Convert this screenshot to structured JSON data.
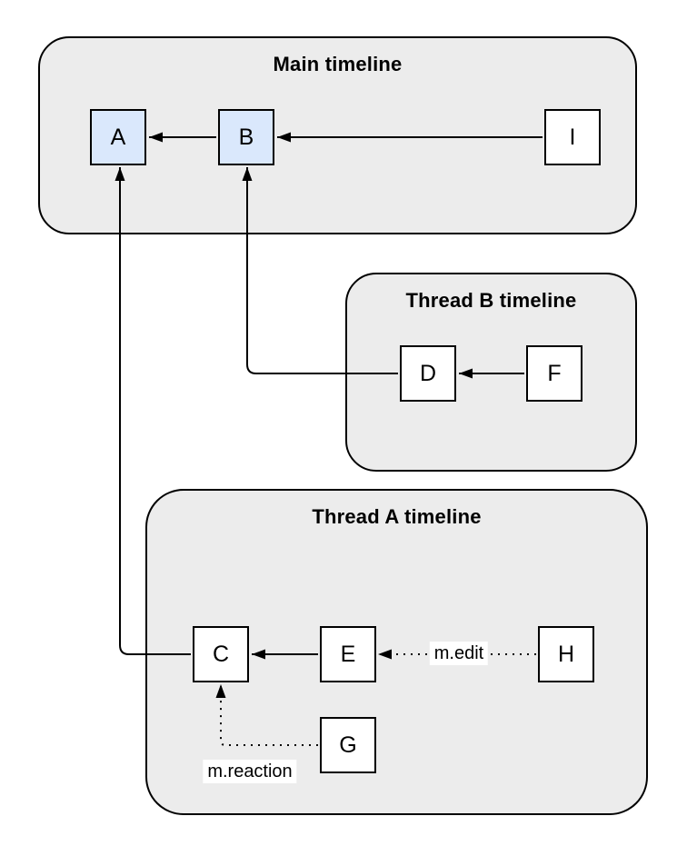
{
  "diagram": {
    "type": "event-graph-diagram",
    "containers": [
      {
        "id": "main",
        "title": "Main timeline"
      },
      {
        "id": "thread_b",
        "title": "Thread B timeline"
      },
      {
        "id": "thread_a",
        "title": "Thread A timeline"
      }
    ],
    "nodes": [
      {
        "id": "A",
        "label": "A",
        "fill": "#dae8fc",
        "container": "main"
      },
      {
        "id": "B",
        "label": "B",
        "fill": "#dae8fc",
        "container": "main"
      },
      {
        "id": "I",
        "label": "I",
        "fill": "#ffffff",
        "container": "main"
      },
      {
        "id": "D",
        "label": "D",
        "fill": "#ffffff",
        "container": "thread_b"
      },
      {
        "id": "F",
        "label": "F",
        "fill": "#ffffff",
        "container": "thread_b"
      },
      {
        "id": "C",
        "label": "C",
        "fill": "#ffffff",
        "container": "thread_a"
      },
      {
        "id": "E",
        "label": "E",
        "fill": "#ffffff",
        "container": "thread_a"
      },
      {
        "id": "H",
        "label": "H",
        "fill": "#ffffff",
        "container": "thread_a"
      },
      {
        "id": "G",
        "label": "G",
        "fill": "#ffffff",
        "container": "thread_a"
      }
    ],
    "edges": [
      {
        "from": "B",
        "to": "A",
        "style": "solid"
      },
      {
        "from": "I",
        "to": "B",
        "style": "solid"
      },
      {
        "from": "D",
        "to": "B",
        "style": "solid"
      },
      {
        "from": "F",
        "to": "D",
        "style": "solid"
      },
      {
        "from": "C",
        "to": "A",
        "style": "solid"
      },
      {
        "from": "E",
        "to": "C",
        "style": "solid"
      },
      {
        "from": "H",
        "to": "E",
        "style": "dotted",
        "label": "m.edit"
      },
      {
        "from": "G",
        "to": "C",
        "style": "dotted",
        "label": "m.reaction"
      }
    ],
    "edge_labels": {
      "edit": "m.edit",
      "reaction": "m.reaction"
    },
    "colors": {
      "canvas_bg": "#ffffff",
      "container_fill": "#ececec",
      "container_border": "#000000",
      "node_border": "#000000",
      "node_fill_default": "#ffffff",
      "node_fill_highlight": "#dae8fc",
      "edge": "#000000",
      "label_bg": "#ffffff",
      "text": "#000000"
    }
  }
}
